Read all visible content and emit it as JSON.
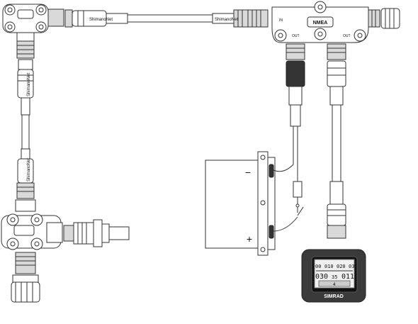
{
  "tee_connector": {
    "brand_label": "NMEA",
    "out_label_left": "OUT",
    "out_label_right": "OUT",
    "in_label": "IN"
  },
  "cable_labels": [
    "ShimanoNet",
    "ShimanoNet",
    "ShimanoNet",
    "ShimanoNet"
  ],
  "battery": {
    "negative_symbol": "−",
    "positive_symbol": "+"
  },
  "instrument": {
    "brand": "SIMRAD",
    "compass_tape": [
      "00",
      "010",
      "020",
      "03"
    ],
    "left_readout": "030",
    "center_readout": "35",
    "right_readout": "011",
    "indicator": "4"
  },
  "colors": {
    "line": "#333333",
    "fill": "#ffffff",
    "dark": "#333333",
    "shade": "#d9d9d9"
  }
}
